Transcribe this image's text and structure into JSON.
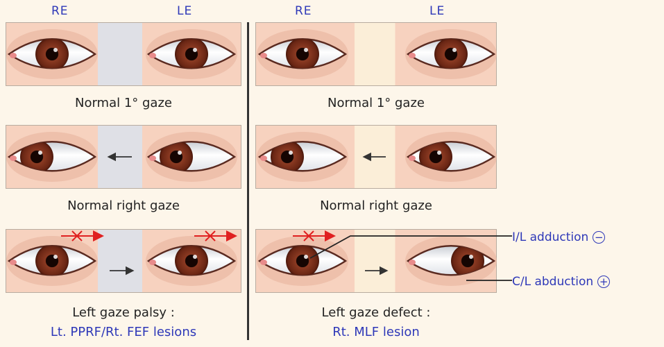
{
  "headers": {
    "left_re": "RE",
    "left_le": "LE",
    "right_re": "RE",
    "right_le": "LE"
  },
  "rows": [
    {
      "left_caption": "Normal 1° gaze",
      "right_caption": "Normal 1° gaze"
    },
    {
      "left_caption": "Normal right gaze",
      "right_caption": "Normal right gaze"
    },
    {
      "left_caption": "Left gaze palsy :",
      "left_subcaption": "Lt. PPRF/Rt. FEF lesions",
      "right_caption": "Left gaze defect :",
      "right_subcaption": "Rt. MLF lesion"
    }
  ],
  "annotations": {
    "adduction_label": "I/L adduction",
    "adduction_sign": "−",
    "abduction_label": "C/L abduction",
    "abduction_sign": "+"
  },
  "colors": {
    "label_blue": "#2e38b8",
    "blocked_arrow_red": "#e02020",
    "iris_brown": "#7a2f1c",
    "skin": "#f7d2bf"
  }
}
